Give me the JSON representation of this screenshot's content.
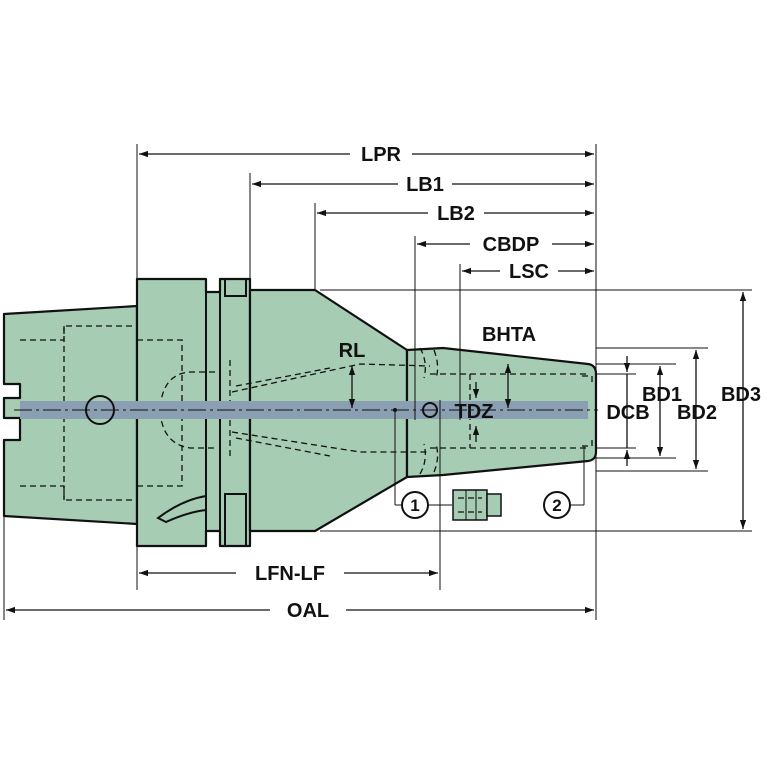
{
  "colors": {
    "body": "#a6ccb4",
    "coolant_channel": "#8a9fb2",
    "line": "#111111"
  },
  "dimensions": {
    "lpr": "LPR",
    "lb1": "LB1",
    "lb2": "LB2",
    "cbdp": "CBDP",
    "lsc": "LSC",
    "bhta": "BHTA",
    "rl": "RL",
    "tdz": "TDZ",
    "bd1": "BD1",
    "dcb": "DCB",
    "bd2": "BD2",
    "bd3": "BD3",
    "lfn_lf": "LFN-LF",
    "oal": "OAL"
  },
  "callouts": {
    "one": "1",
    "two": "2"
  }
}
